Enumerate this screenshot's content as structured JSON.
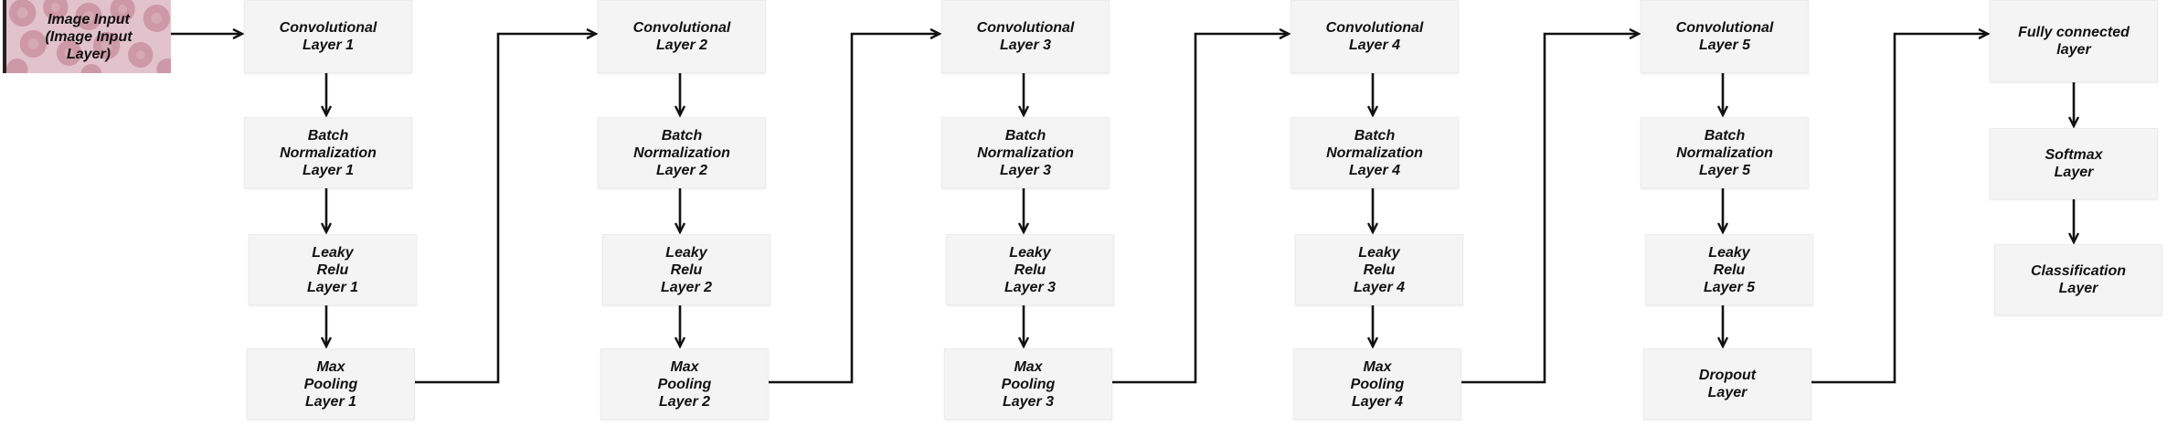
{
  "input": {
    "label": "Image Input\n(Image Input\nLayer)",
    "image_icon": "blood-smear-thumbnail",
    "colors": {
      "bg": "#e2c3cd",
      "cell": "#c78a9c",
      "cell_center": "#d8aebb"
    }
  },
  "columns": [
    {
      "conv": "Convolutional\nLayer 1",
      "bn": "Batch\nNormalization\nLayer 1",
      "relu": "Leaky\nRelu\nLayer 1",
      "last": "Max\nPooling\nLayer 1"
    },
    {
      "conv": "Convolutional\nLayer 2",
      "bn": "Batch\nNormalization\nLayer 2",
      "relu": "Leaky\nRelu\nLayer 2",
      "last": "Max\nPooling\nLayer 2"
    },
    {
      "conv": "Convolutional\nLayer 3",
      "bn": "Batch\nNormalization\nLayer 3",
      "relu": "Leaky\nRelu\nLayer 3",
      "last": "Max\nPooling\nLayer 3"
    },
    {
      "conv": "Convolutional\nLayer 4",
      "bn": "Batch\nNormalization\nLayer 4",
      "relu": "Leaky\nRelu\nLayer 4",
      "last": "Max\nPooling\nLayer 4"
    },
    {
      "conv": "Convolutional\nLayer 5",
      "bn": "Batch\nNormalization\nLayer 5",
      "relu": "Leaky\nRelu\nLayer 5",
      "last": "Dropout\nLayer"
    }
  ],
  "head": {
    "fc": "Fully connected\nlayer",
    "softmax": "Softmax\nLayer",
    "classification": "Classification\nLayer"
  }
}
